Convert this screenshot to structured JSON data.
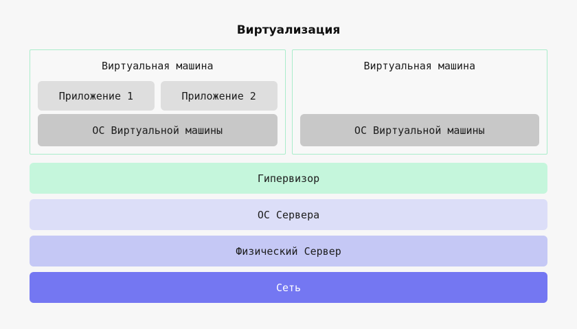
{
  "title": "Виртуализация",
  "colors": {
    "page_bg": "#f7f7f7",
    "vm_border": "#a9edcb",
    "vm_bg": "#f8f8f8",
    "app_bg": "#dedede",
    "vm_os_bg": "#c8c8c8",
    "text_dark": "#1c1c1c",
    "text_light": "#ffffff"
  },
  "vms": {
    "0": {
      "label": "Виртуальная машина",
      "apps": {
        "0": "Приложение 1",
        "1": "Приложение 2"
      },
      "os": "ОС Виртуальной машины"
    },
    "1": {
      "label": "Виртуальная машина",
      "os": "ОС Виртуальной машины"
    }
  },
  "layers": {
    "0": {
      "label": "Гипервизор",
      "bg": "#c5f6dc",
      "fg": "#1c1c1c"
    },
    "1": {
      "label": "ОС Сервера",
      "bg": "#dcdef8",
      "fg": "#1c1c1c"
    },
    "2": {
      "label": "Физический Сервер",
      "bg": "#c5c8f5",
      "fg": "#1c1c1c"
    },
    "3": {
      "label": "Сеть",
      "bg": "#7477f2",
      "fg": "#ffffff"
    }
  }
}
